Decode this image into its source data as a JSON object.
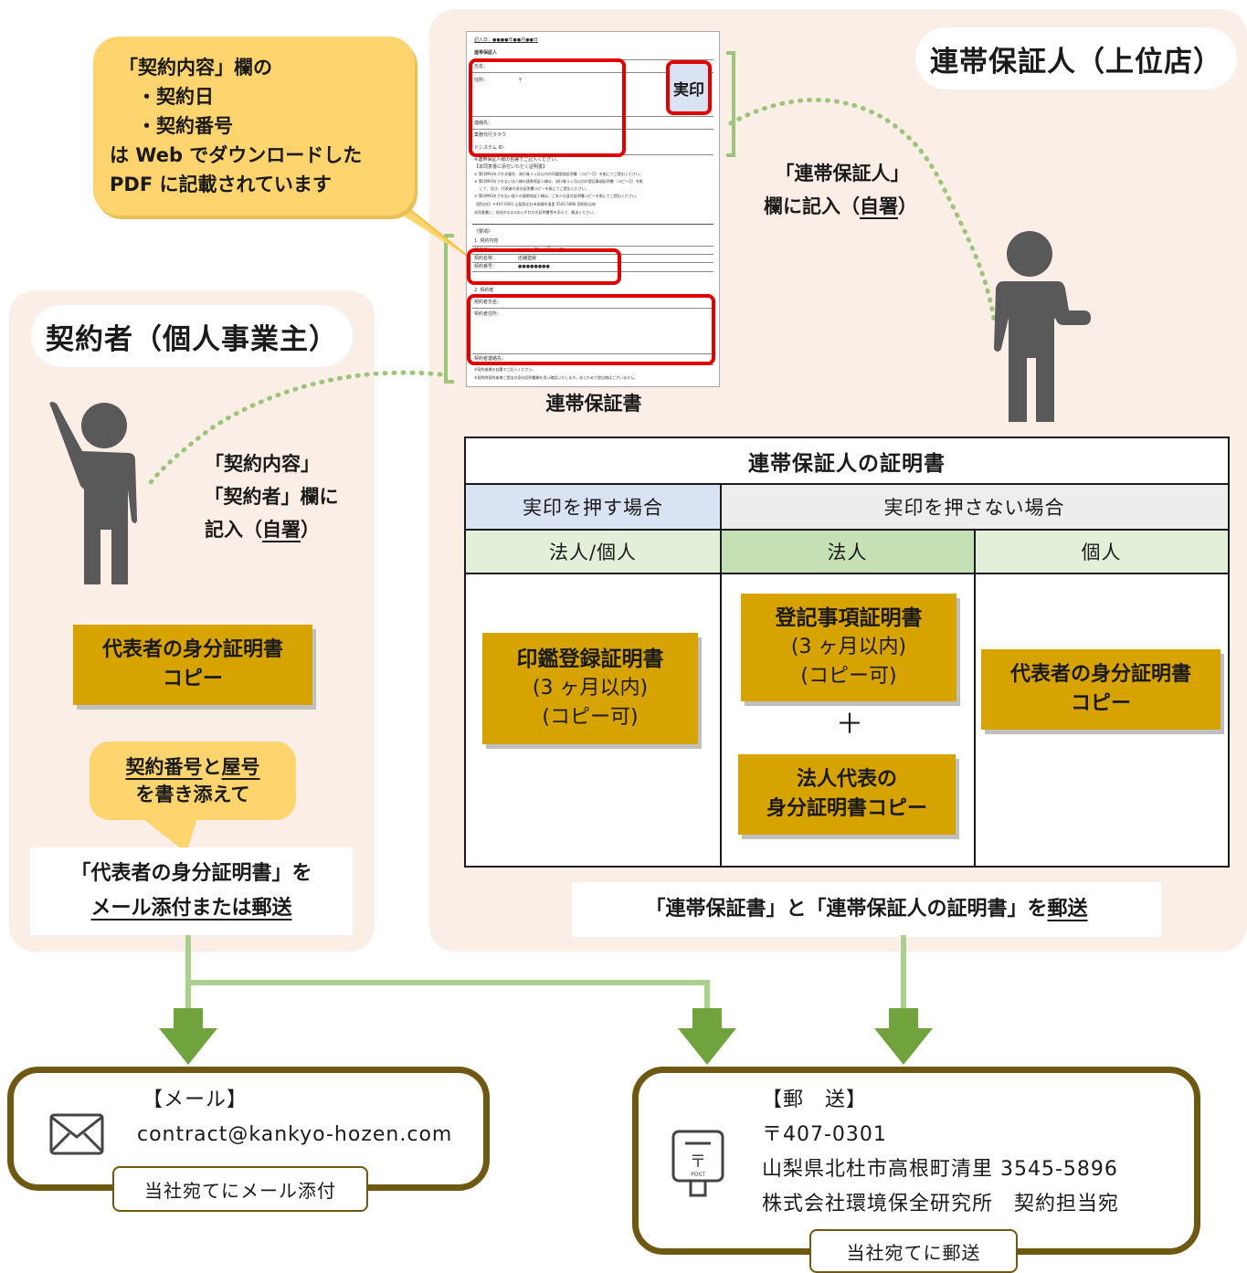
{
  "colors": {
    "panel_bg": "#fbeee6",
    "bubble_yellow": "#fdd46d",
    "gold": "#d6a300",
    "green_arrow": "#7aa557",
    "border_brown": "#6e5812",
    "header_blue": "#dae3f3",
    "header_gray": "#ededed",
    "header_green": "#e2efd9",
    "header_green_mid": "#c5e0b4",
    "red_highlight": "#e00000"
  },
  "callout": {
    "line1": "「契約内容」欄の",
    "line2": "・契約日",
    "line3": "・契約番号",
    "line4": "は Web でダウンロードした",
    "line5": "PDF に記載されています"
  },
  "guarantor": {
    "title": "連帯保証人（上位店）",
    "note_line1": "「連帯保証人」",
    "note_line2_pre": "欄に記入（",
    "note_line2_u": "自署",
    "note_line2_post": "）"
  },
  "document": {
    "caption": "連帯保証書",
    "stamp_label": "実印",
    "date_line": "記入日：●●●●年●●月●●日",
    "section1": "連帯保証人",
    "name": "氏名：",
    "address": "住所：",
    "postal": "〒",
    "contact": "連絡先：",
    "agency": "業務代行クラウ",
    "system_id": "ドシステム ID：",
    "note1": "※連帯保証人様の自署でご記入ください。",
    "note2": "【本同意書に添付いただく証明書】",
    "note3": "① 実印押印をされる場合、発行後３ヶ月以内の印鑑登録証明書（コピー可）を紙にてご提出ください。",
    "note4": "② 実印押印をされない法人様の連帯保証人様は、発行後３ヶ月以内の登記事項証明書（コピー可）を紙",
    "note5": "にて、及び、代表者の身分証明書コピーを紙にてご提出ください。",
    "note6": "③ 実印押印をされない個人の連帯保証人様は、ご本人の身分証明書コピーを紙にてご提出ください。",
    "note7": "【提出先】〒407-0301 山梨県北杜市高根町清里 3545-5896 契約担当宛",
    "note8": "本同意書に、前述の①②③のいずれかの証明書等を添えて、郵送ください。",
    "remarks": "《要項》",
    "s1": "1. 契約内容",
    "contract_date": "契約日：",
    "contract_date_v": "●●●●年●●月●●日",
    "contract_name": "契約名称：",
    "contract_name_v": "店舗登録",
    "contract_no": "契約番号：",
    "contract_no_v": "●●●●●●●●",
    "s2": "2. 契約者",
    "contractor_name": "契約者氏名：",
    "contractor_addr": "契約者住所：",
    "contractor_tel": "契約者連絡先：",
    "foot1": "※契約者様の自署でご記入ください。",
    "foot2": "※契約時契約者様ご提出の身分証明書類を用い確認いたします。あらためて提出物はございません。"
  },
  "contractor": {
    "title": "契約者（個人事業主）",
    "note_line1": "「契約内容」",
    "note_line2": "「契約者」欄に",
    "note_line3_pre": "記入（",
    "note_line3_u": "自署",
    "note_line3_post": "）",
    "id_box_line1": "代表者の身分証明書",
    "id_box_line2": "コピー",
    "bubble_u1": "契約番号",
    "bubble_mid": "と",
    "bubble_u2": "屋号",
    "bubble_line2": "を書き添えて",
    "send_line1": "「代表者の身分証明書」を",
    "send_line2": "メール添付または郵送"
  },
  "table": {
    "title": "連帯保証人の証明書",
    "col_stamp": "実印を押す場合",
    "col_nostamp": "実印を押さない場合",
    "sub_both": "法人/個人",
    "sub_corp": "法人",
    "sub_indiv": "個人",
    "box_seal_title": "印鑑登録証明書",
    "box_seal_l2": "(3 ヶ月以内)",
    "box_seal_l3": "(コピー可)",
    "box_reg_title": "登記事項証明書",
    "box_reg_l2": "(3 ヶ月以内)",
    "box_reg_l3": "(コピー可)",
    "plus": "＋",
    "box_rep_l1": "法人代表の",
    "box_rep_l2": "身分証明書コピー",
    "box_id_l1": "代表者の身分証明書",
    "box_id_l2": "コピー"
  },
  "mail_instruction": {
    "pre": "「連帯保証書」と「連帯保証人の証明書」を",
    "u": "郵送"
  },
  "email_box": {
    "heading": "【メール】",
    "address": "contract@kankyo-hozen.com",
    "tag": "当社宛てにメール添付",
    "icon": "envelope-icon"
  },
  "post_box": {
    "heading": "【郵　送】",
    "postal": "〒407-0301",
    "address": "山梨県北杜市高根町清里 3545-5896",
    "recipient": "株式会社環境保全研究所　契約担当宛",
    "tag": "当社宛てに郵送",
    "icon": "postbox-icon"
  }
}
